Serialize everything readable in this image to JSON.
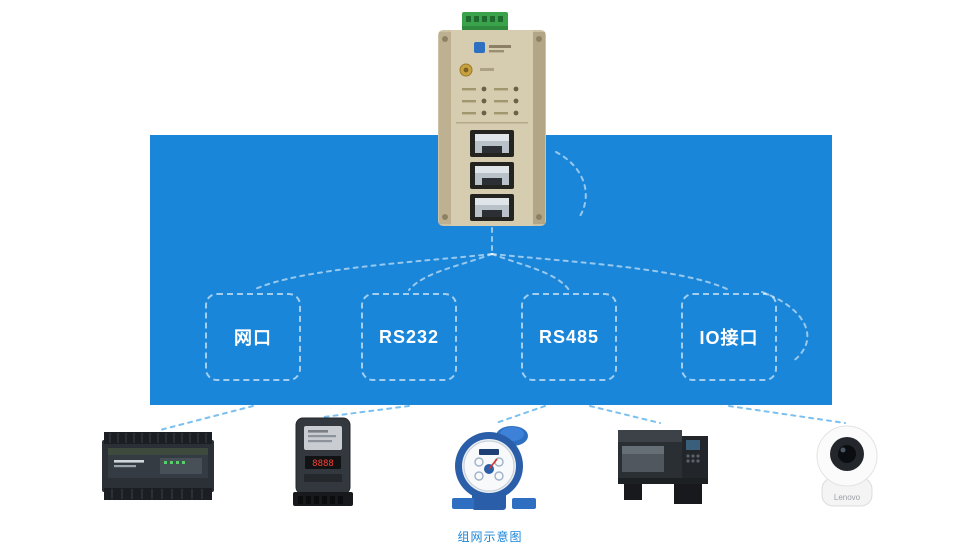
{
  "colors": {
    "band": "#1a86d9",
    "connector": "#7cc0f0",
    "box_border": "rgba(255,255,255,0.6)"
  },
  "ports": [
    {
      "label": "网口"
    },
    {
      "label": "RS232"
    },
    {
      "label": "RS485"
    },
    {
      "label": "IO接口"
    }
  ],
  "caption": "组网示意图",
  "images": {
    "router": "industrial-4g-router-photo",
    "camera_brand": "Lenovo",
    "meter_display": "8888",
    "bottom": [
      "plc-controller",
      "energy-meter",
      "water-meter",
      "cnc-machine",
      "ip-camera"
    ]
  }
}
